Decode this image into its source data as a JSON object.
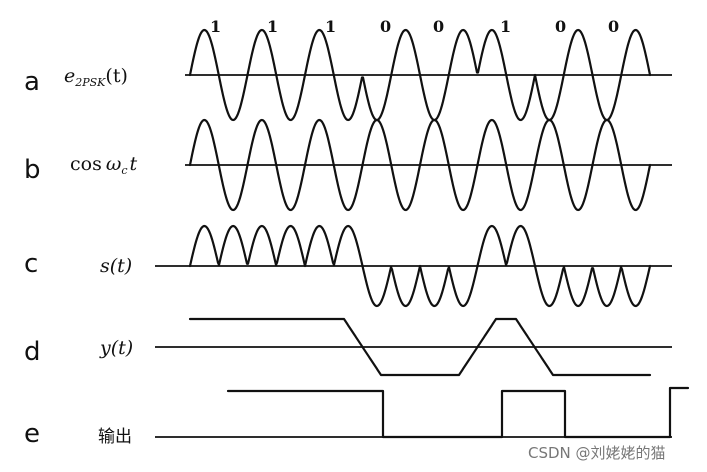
{
  "figure": {
    "bits": [
      "1",
      "1",
      "1",
      "0",
      "0",
      "1",
      "0",
      "0"
    ],
    "rows": [
      {
        "letter": "a",
        "label": "e",
        "sub": "2PSK",
        "suffix": "(t)"
      },
      {
        "letter": "b",
        "label": "cos",
        "omega": "ω",
        "sub": "c",
        "suffix": "t"
      },
      {
        "letter": "c",
        "label": "s(t)"
      },
      {
        "letter": "d",
        "label": "y(t)"
      },
      {
        "letter": "e",
        "label": "输出"
      }
    ],
    "watermark": "CSDN @刘姥姥的猫"
  }
}
